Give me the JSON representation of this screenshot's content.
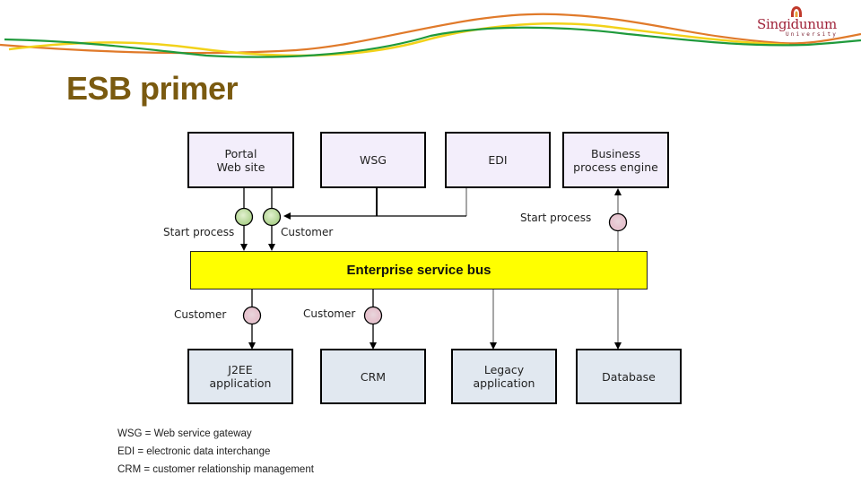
{
  "slide": {
    "title": "ESB primer",
    "logo": {
      "name": "Singidunum",
      "subtitle": "University"
    }
  },
  "diagram": {
    "top_boxes": [
      {
        "id": "portal",
        "label": "Portal\nWeb site"
      },
      {
        "id": "wsg",
        "label": "WSG"
      },
      {
        "id": "edi",
        "label": "EDI"
      },
      {
        "id": "bpe",
        "label": "Business\nprocess engine"
      }
    ],
    "bus": {
      "label": "Enterprise service bus"
    },
    "bottom_boxes": [
      {
        "id": "j2ee",
        "label": "J2EE\napplication"
      },
      {
        "id": "crm",
        "label": "CRM"
      },
      {
        "id": "legacy",
        "label": "Legacy\napplication"
      },
      {
        "id": "database",
        "label": "Database"
      }
    ],
    "connection_labels": {
      "portal_start_process": "Start process",
      "portal_customer": "Customer",
      "bpe_start_process": "Start process",
      "j2ee_customer": "Customer",
      "crm_customer": "Customer"
    },
    "colors": {
      "top_box_fill": "#f3eefb",
      "bottom_box_fill": "#e1e8f0",
      "bus_fill": "#ffff00",
      "inbound_node": "#b9d99a",
      "outbound_node": "#e6c2cc",
      "title": "#7a5a10",
      "logo": "#a0243a"
    }
  },
  "legend": [
    "WSG = Web service gateway",
    "EDI = electronic data interchange",
    "CRM = customer relationship management"
  ]
}
